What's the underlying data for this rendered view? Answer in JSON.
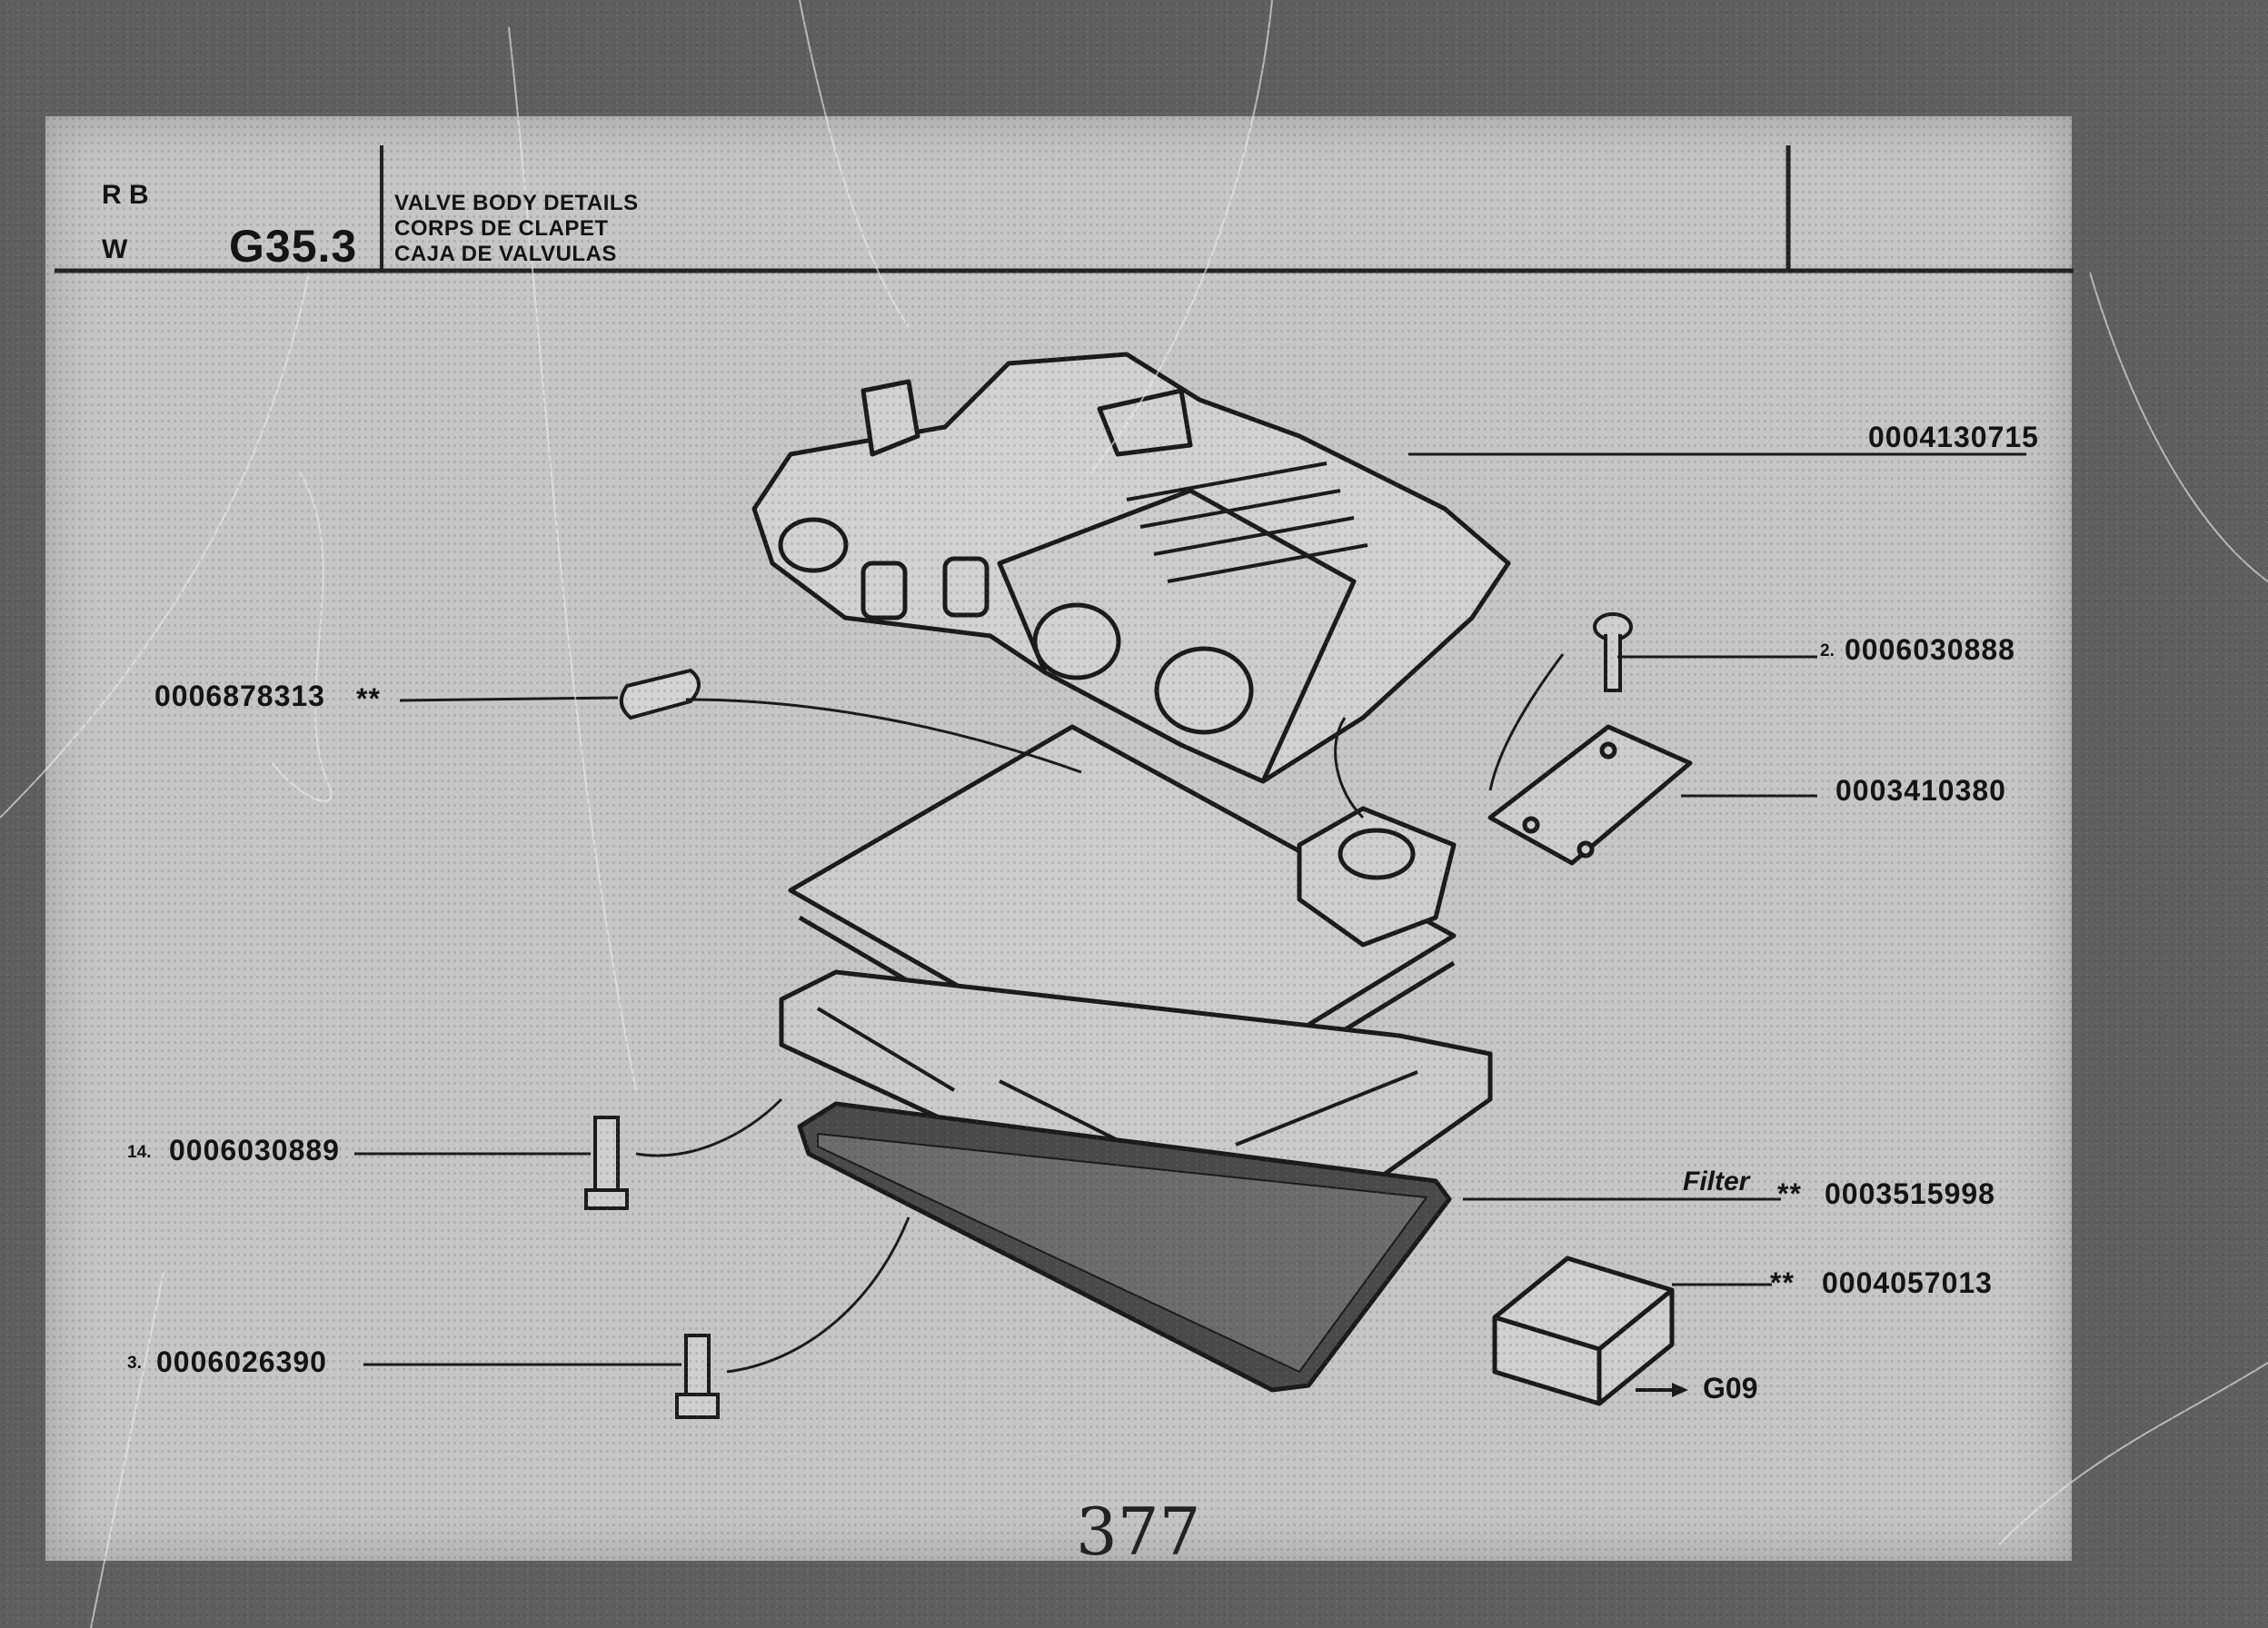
{
  "header": {
    "letters_top": "R B",
    "letter_bottom": "W",
    "code": "G35.3",
    "titles": [
      "VALVE BODY DETAILS",
      "CORPS DE CLAPET",
      "CAJA DE VALVULAS"
    ]
  },
  "callouts": {
    "valve_body": {
      "part": "0004130715"
    },
    "screw_small": {
      "qty": "2.",
      "part": "0006030888"
    },
    "cover_plate": {
      "part": "0003410380"
    },
    "plug": {
      "part": "0006878313",
      "mark": "**"
    },
    "bolt_14": {
      "qty": "14.",
      "part": "0006030889"
    },
    "filter": {
      "label": "Filter",
      "mark": "**",
      "part": "0003515998"
    },
    "kit_box": {
      "mark": "**",
      "part": "0004057013",
      "ref": "G09"
    },
    "bolt_3": {
      "qty": "3.",
      "part": "0006026390"
    }
  },
  "page_number": "377"
}
